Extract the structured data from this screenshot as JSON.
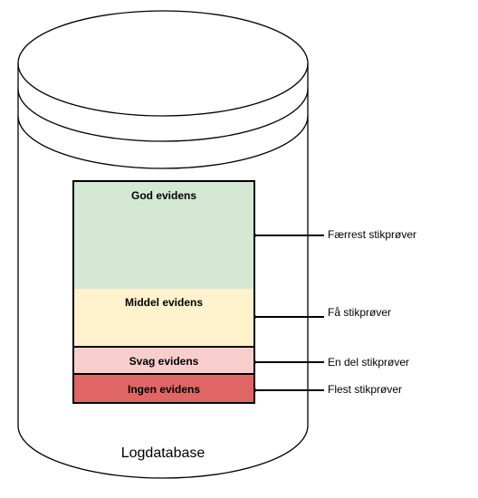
{
  "database": {
    "label": "Logdatabase"
  },
  "bands": [
    {
      "label": "God evidens",
      "color": "#d5e8d4"
    },
    {
      "label": "Middel evidens",
      "color": "#fff2cc"
    },
    {
      "label": "Svag evidens",
      "color": "#f8cecc"
    },
    {
      "label": "Ingen evidens",
      "color": "#e06666"
    }
  ],
  "arrows": [
    {
      "label": "Færrest stikprøver"
    },
    {
      "label": "Få stikprøver"
    },
    {
      "label": "En del stikprøver"
    },
    {
      "label": "Flest stikprøver"
    }
  ]
}
